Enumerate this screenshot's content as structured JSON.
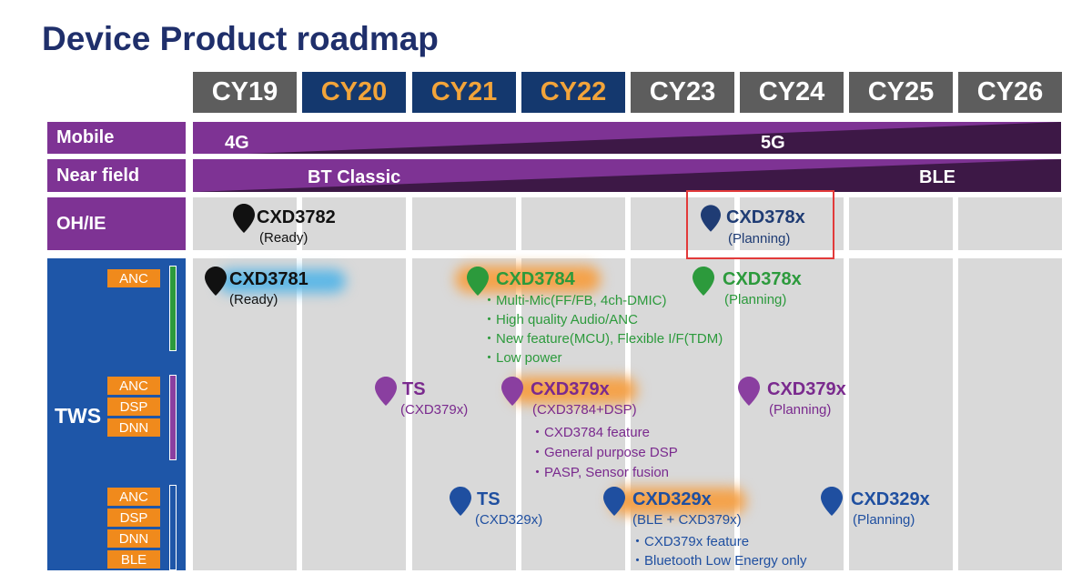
{
  "title": "Device Product roadmap",
  "years": [
    "CY19",
    "CY20",
    "CY21",
    "CY22",
    "CY23",
    "CY24",
    "CY25",
    "CY26"
  ],
  "highlight_years": [
    "CY20",
    "CY21",
    "CY22"
  ],
  "rows": {
    "mobile": {
      "label": "Mobile",
      "left": "4G",
      "right": "5G"
    },
    "near_field": {
      "label": "Near field",
      "left": "BT Classic",
      "right": "BLE"
    },
    "ohie": {
      "label": "OH/IE"
    },
    "tws": {
      "label": "TWS"
    }
  },
  "tws_tags": {
    "group1": [
      "ANC"
    ],
    "group2": [
      "ANC",
      "DSP",
      "DNN"
    ],
    "group3": [
      "ANC",
      "DSP",
      "DNN",
      "BLE"
    ]
  },
  "products": {
    "cxd3782": {
      "name": "CXD3782",
      "status": "(Ready)"
    },
    "cxd378x_ohie": {
      "name": "CXD378x",
      "status": "(Planning)"
    },
    "cxd3781": {
      "name": "CXD3781",
      "status": "(Ready)"
    },
    "cxd3784": {
      "name": "CXD3784",
      "features": [
        "・Multi-Mic(FF/FB, 4ch-DMIC)",
        "・High quality Audio/ANC",
        "・New feature(MCU), Flexible I/F(TDM)",
        "・Low power"
      ]
    },
    "cxd378x_tws": {
      "name": "CXD378x",
      "status": "(Planning)"
    },
    "ts1": {
      "name": "TS",
      "status": "(CXD379x)"
    },
    "cxd379x": {
      "name": "CXD379x",
      "status": "(CXD3784+DSP)",
      "features": [
        "・CXD3784 feature",
        "・General purpose DSP",
        "・PASP, Sensor fusion"
      ]
    },
    "cxd379x_plan": {
      "name": "CXD379x",
      "status": "(Planning)"
    },
    "ts2": {
      "name": "TS",
      "status": "(CXD329x)"
    },
    "cxd329x": {
      "name": "CXD329x",
      "status": "(BLE + CXD379x)",
      "features": [
        "・CXD379x feature",
        "・Bluetooth Low Energy only"
      ]
    },
    "cxd329x_plan": {
      "name": "CXD329x",
      "status": "(Planning)"
    }
  },
  "colors": {
    "header_gray": "#5d5d5d",
    "header_highlight": "#14386e",
    "highlight_text": "#f2a43a",
    "purple": "#7e3394",
    "dark_purple": "#3d1846",
    "tws_blue": "#1e56a8",
    "tag_orange": "#f08a1c",
    "green": "#2c9a3c",
    "pin_purple": "#8a3fa0",
    "pin_blue": "#1f4fa0",
    "highlight_box": "#e23a3a"
  }
}
